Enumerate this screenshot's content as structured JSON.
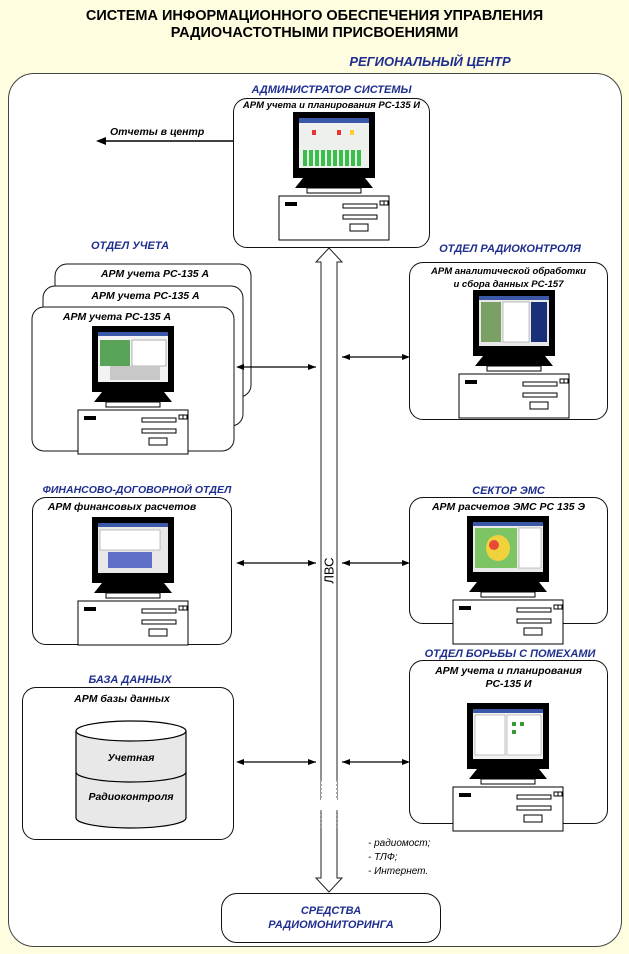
{
  "title_line1": "СИСТЕМА ИНФОРМАЦИОННОГО ОБЕСПЕЧЕНИЯ УПРАВЛЕНИЯ",
  "title_line2": "РАДИОЧАСТОТНЫМИ ПРИСВОЕНИЯМИ",
  "regional_center": "РЕГИОНАЛЬНЫЙ ЦЕНТР",
  "admin": {
    "header": "АДМИНИСТРАТОР СИСТЕМЫ",
    "arm": "АРМ учета и планирования РС-135 И"
  },
  "reports": "Отчеты в центр",
  "accounting": {
    "header": "ОТДЕЛ УЧЕТА",
    "arm1": "АРМ учета РС-135 А",
    "arm2": "АРМ учета РС-135 А",
    "arm3": "АРМ учета РС-135 А"
  },
  "radiocontrol": {
    "header": "ОТДЕЛ РАДИОКОНТРОЛЯ",
    "arm_line1": "АРМ аналитической обработки",
    "arm_line2": "и сбора данных РС-157"
  },
  "finance": {
    "header": "ФИНАНСОВО-ДОГОВОРНОЙ ОТДЕЛ",
    "arm": "АРМ финансовых расчетов"
  },
  "ems": {
    "header": "СЕКТОР ЭМС",
    "arm": "АРМ расчетов ЭМС РС 135 Э"
  },
  "database": {
    "header": "БАЗА ДАННЫХ",
    "arm": "АРМ базы данных",
    "db_top": "Учетная",
    "db_bottom": "Радиоконтроля"
  },
  "interference": {
    "header": "ОТДЕЛ БОРЬБЫ С ПОМЕХАМИ",
    "arm_line1": "АРМ  учета и планирования",
    "arm_line2": "РС-135 И"
  },
  "lan_label": "ЛВС",
  "links": [
    "- радиомост;",
    "- ТЛФ;",
    "- Интернет."
  ],
  "monitoring_line1": "СРЕДСТВА",
  "monitoring_line2": "РАДИОМОНИТОРИНГА"
}
